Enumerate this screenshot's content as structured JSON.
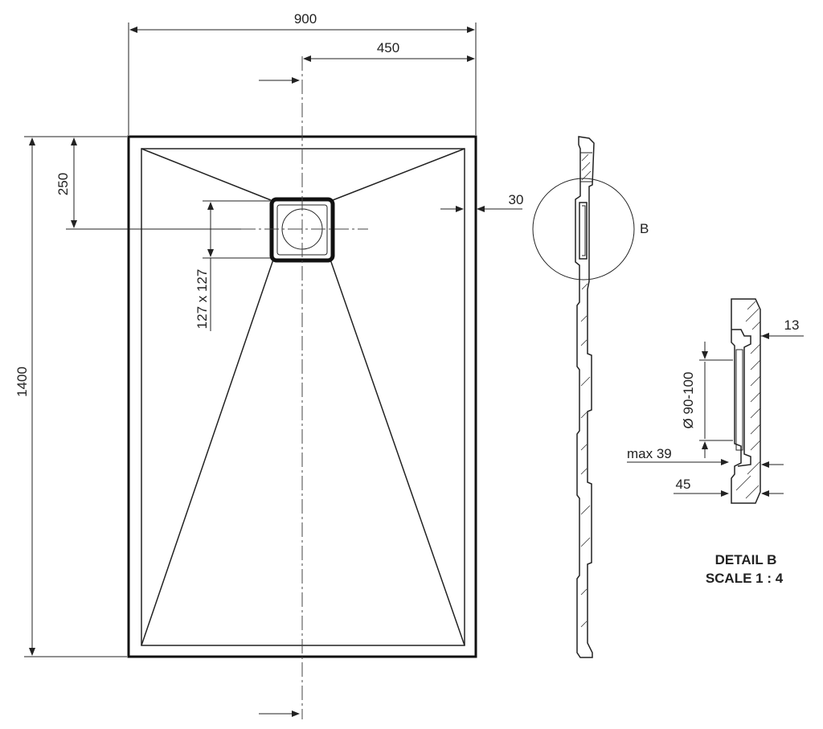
{
  "dimensions": {
    "width_total": "900",
    "width_half": "450",
    "drain_offset": "250",
    "drain_size": "127 x 127",
    "length": "1400",
    "rim": "30",
    "detail_b_rim": "13",
    "detail_b_diameter": "Ø 90-100",
    "detail_b_max": "max 39",
    "detail_b_height": "45"
  },
  "labels": {
    "detail_callout": "B",
    "detail_title": "DETAIL B",
    "detail_scale": "SCALE 1 : 4"
  }
}
